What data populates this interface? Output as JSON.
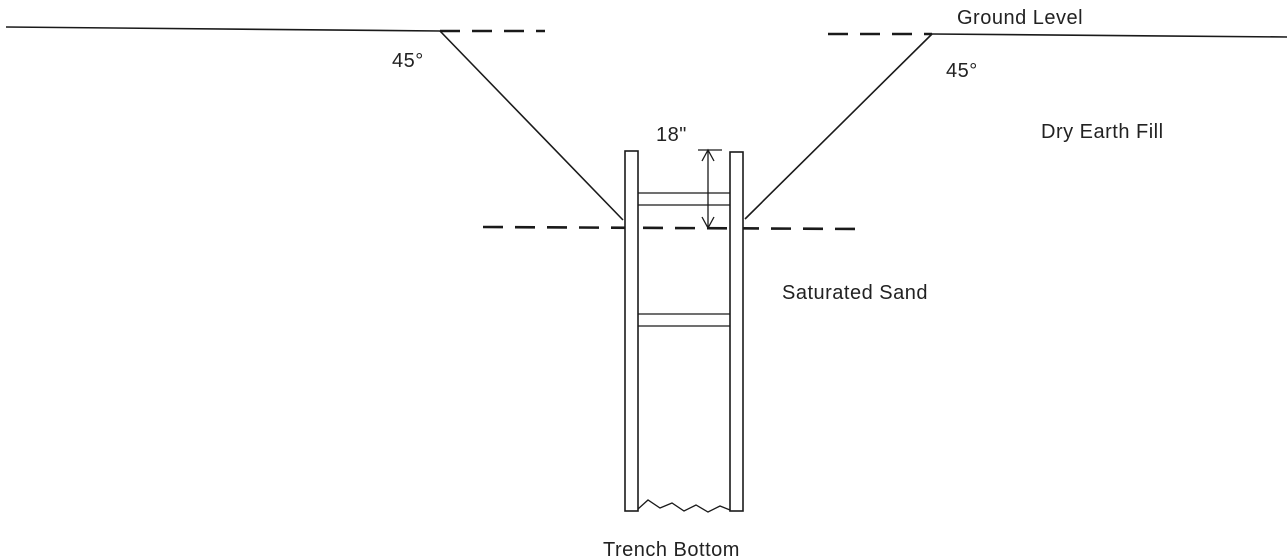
{
  "diagram": {
    "labels": {
      "ground_level": "Ground Level",
      "angle_left": "45°",
      "angle_right": "45°",
      "dry_earth_fill": "Dry Earth Fill",
      "dimension": "18\"",
      "saturated_sand": "Saturated Sand",
      "trench_bottom": "Trench Bottom"
    },
    "colors": {
      "line": "#1a1a1a",
      "text": "#222222",
      "background": "#ffffff"
    }
  }
}
